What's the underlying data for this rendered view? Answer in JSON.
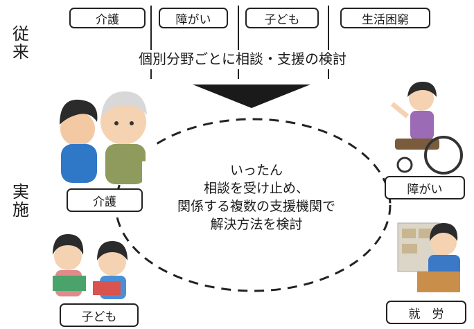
{
  "conventional": {
    "label": "従来",
    "fields": [
      "介護",
      "障がい",
      "子ども",
      "生活困窮"
    ],
    "caption": "個別分野ごとに相談・支援の検討"
  },
  "implementation": {
    "label": "実施",
    "center_lines": [
      "いったん",
      "相談を受け止め、",
      "関係する複数の支援機関で",
      "解決方法を検討"
    ],
    "cases": {
      "care": "介護",
      "disability": "障がい",
      "children": "子ども",
      "employment": "就　労"
    }
  },
  "colors": {
    "border": "#222222",
    "arrow": "#222222",
    "dash": "#222222"
  }
}
